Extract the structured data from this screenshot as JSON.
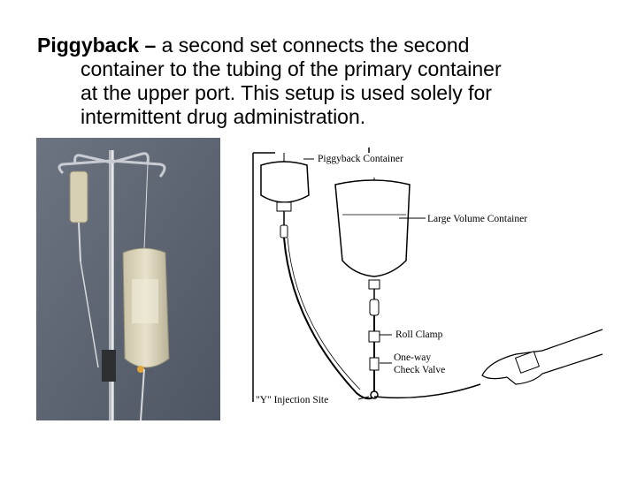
{
  "slide": {
    "term": "Piggyback",
    "dash": "–",
    "line1_rest": "a second set connects the second",
    "line2": "container to the tubing of the primary container",
    "line3": "at the upper port. This setup is used solely for",
    "line4": "intermittent drug administration."
  },
  "diagram": {
    "labels": {
      "piggyback_container": "Piggyback Container",
      "large_volume_container": "Large Volume Container",
      "roll_clamp": "Roll Clamp",
      "one_way": "One-way",
      "check_valve": "Check Valve",
      "y_injection_site": "\"Y\" Injection Site"
    }
  },
  "colors": {
    "photo_background": "#5b6472",
    "text": "#000000",
    "background": "#ffffff"
  }
}
